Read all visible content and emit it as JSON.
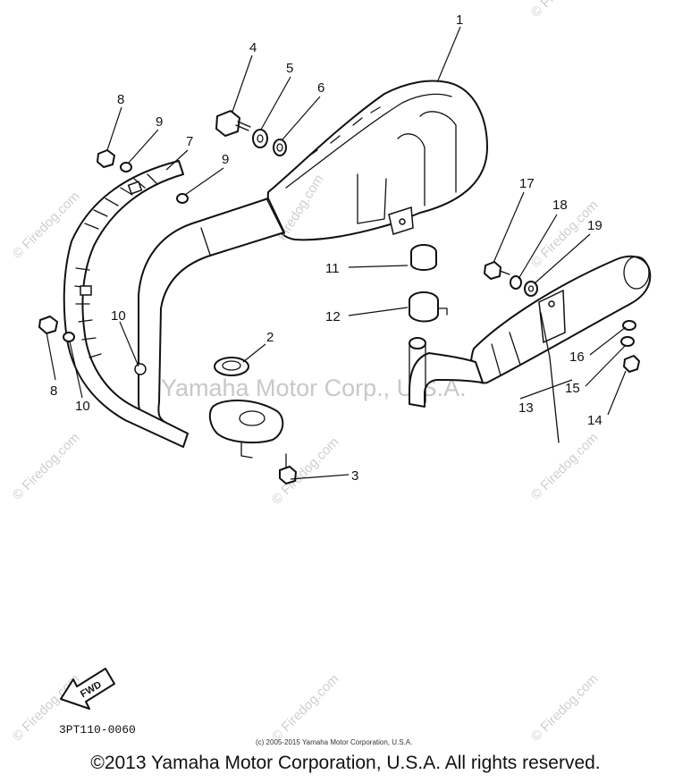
{
  "diagram": {
    "part_numbers": [
      "1",
      "2",
      "3",
      "4",
      "5",
      "6",
      "7",
      "8",
      "9",
      "9",
      "10",
      "10",
      "8",
      "11",
      "12",
      "13",
      "14",
      "15",
      "16",
      "17",
      "18",
      "19"
    ],
    "drawing_code": "3PT110-0060",
    "direction_label": "FWD",
    "small_copyright": "(c) 2005-2015 Yamaha Motor Corporation, U.S.A.",
    "center_watermark": "Yamaha Motor Corp., U.S.A.",
    "watermark_text": "© Firedog.com",
    "inline_watermark": "Firedog.com",
    "footer_copyright": "©2013 Yamaha Motor Corporation, U.S.A. All rights reserved."
  }
}
